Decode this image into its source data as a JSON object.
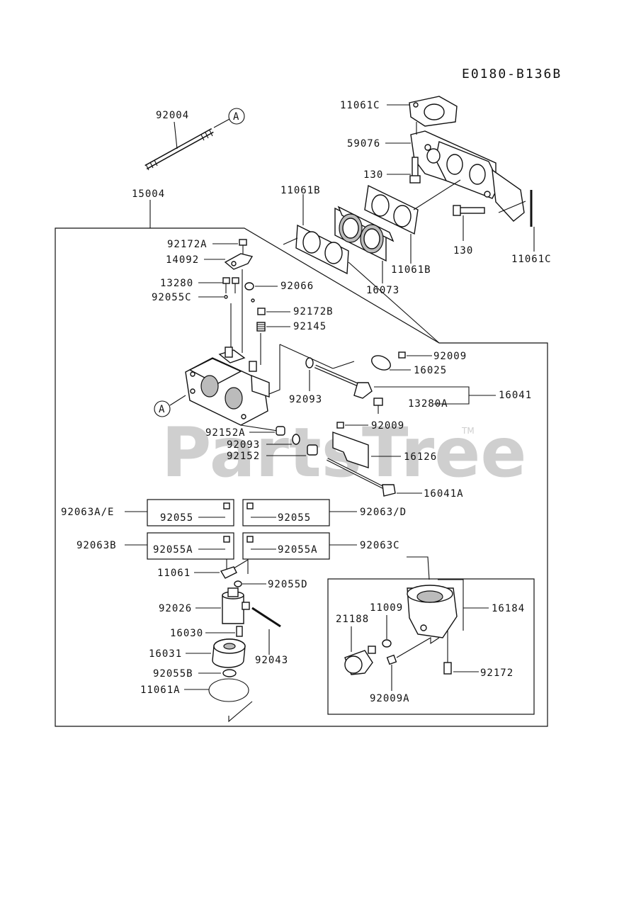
{
  "diagram_code": "E0180-B136B",
  "watermark": "PartsTree",
  "watermark_tm": "TM",
  "callout_a": "A",
  "labels": {
    "p92004": "92004",
    "p15004": "15004",
    "p11061C_top": "11061C",
    "p59076": "59076",
    "p130_a": "130",
    "p130_b": "130",
    "p11061C_right": "11061C",
    "p11061B_left": "11061B",
    "p11061B_right": "11061B",
    "p16073": "16073",
    "p92172A": "92172A",
    "p14092": "14092",
    "p13280": "13280",
    "p92055C": "92055C",
    "p92066": "92066",
    "p92172B": "92172B",
    "p92145": "92145",
    "p92009_a": "92009",
    "p16025": "16025",
    "p92093_a": "92093",
    "p16041": "16041",
    "p13280A": "13280A",
    "p92152A": "92152A",
    "p92009_b": "92009",
    "p92093_b": "92093",
    "p92152": "92152",
    "p16126": "16126",
    "p16041A": "16041A",
    "p92063AE": "92063A/E",
    "p92055_a": "92055",
    "p92055_b": "92055",
    "p92063D": "92063/D",
    "p92063B": "92063B",
    "p92055A_a": "92055A",
    "p92055A_b": "92055A",
    "p92063C": "92063C",
    "p11061": "11061",
    "p92055D": "92055D",
    "p92026": "92026",
    "p16030": "16030",
    "p92043": "92043",
    "p16031": "16031",
    "p92055B": "92055B",
    "p11061A": "11061A",
    "p11009": "11009",
    "p21188": "21188",
    "p16184": "16184",
    "p92172": "92172",
    "p92009A": "92009A"
  }
}
